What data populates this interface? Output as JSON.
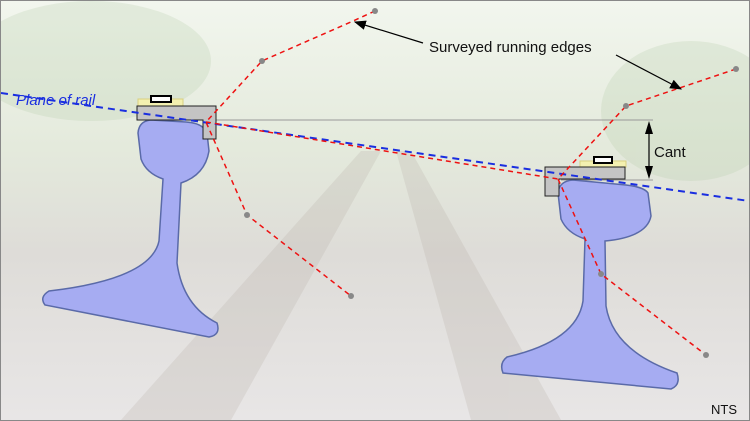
{
  "labels": {
    "plane_of_rail": "Plane of rail",
    "surveyed_running_edges": "Surveyed running edges",
    "cant": "Cant",
    "nts": "NTS"
  },
  "colors": {
    "rail_fill": "#a6acf2",
    "rail_stroke": "#5a6aa8",
    "survey_line": "#ee1111",
    "plane_line": "#1a2ee0",
    "gauge": "#c4c4c4",
    "level": "#f3f0b0"
  }
}
